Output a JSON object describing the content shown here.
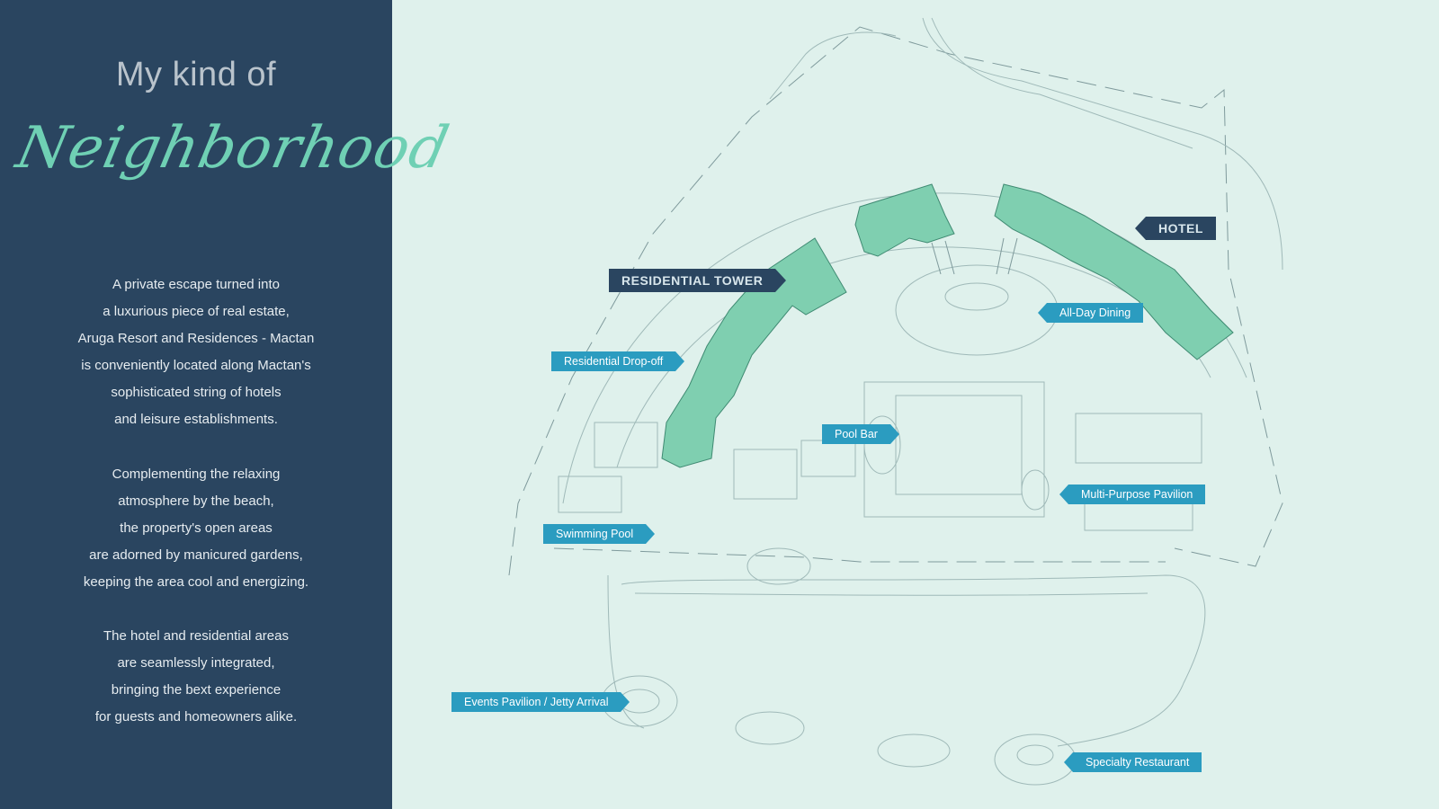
{
  "title": {
    "line1": "My kind of",
    "line2": "Neighborhood"
  },
  "description": {
    "paragraph1": [
      "A private escape turned into",
      "a luxurious piece of real estate,",
      "Aruga Resort and Residences - Mactan",
      "is conveniently located along Mactan's",
      "sophisticated string of hotels",
      "and leisure establishments."
    ],
    "paragraph2": [
      "Complementing the relaxing",
      "atmosphere by the beach,",
      "the property's open areas",
      "are adorned by manicured gardens,",
      "keeping the area cool and energizing."
    ],
    "paragraph3": [
      "The hotel and residential areas",
      "are seamlessly integrated,",
      "bringing the bext experience",
      "for guests and homeowners alike."
    ]
  },
  "map_labels": {
    "residential_tower": "RESIDENTIAL TOWER",
    "hotel": "HOTEL",
    "all_day_dining": "All-Day Dining",
    "residential_dropoff": "Residential Drop-off",
    "pool_bar": "Pool Bar",
    "multi_purpose_pavilion": "Multi-Purpose Pavilion",
    "swimming_pool": "Swimming Pool",
    "events_pavilion": "Events Pavilion / Jetty Arrival",
    "specialty_restaurant": "Specialty Restaurant"
  },
  "colors": {
    "panel": "#2a4560",
    "map_background": "#dff1ec",
    "building": "#7fcfb0",
    "label": "#2b9cc0",
    "script_title": "#6fd0b4"
  }
}
